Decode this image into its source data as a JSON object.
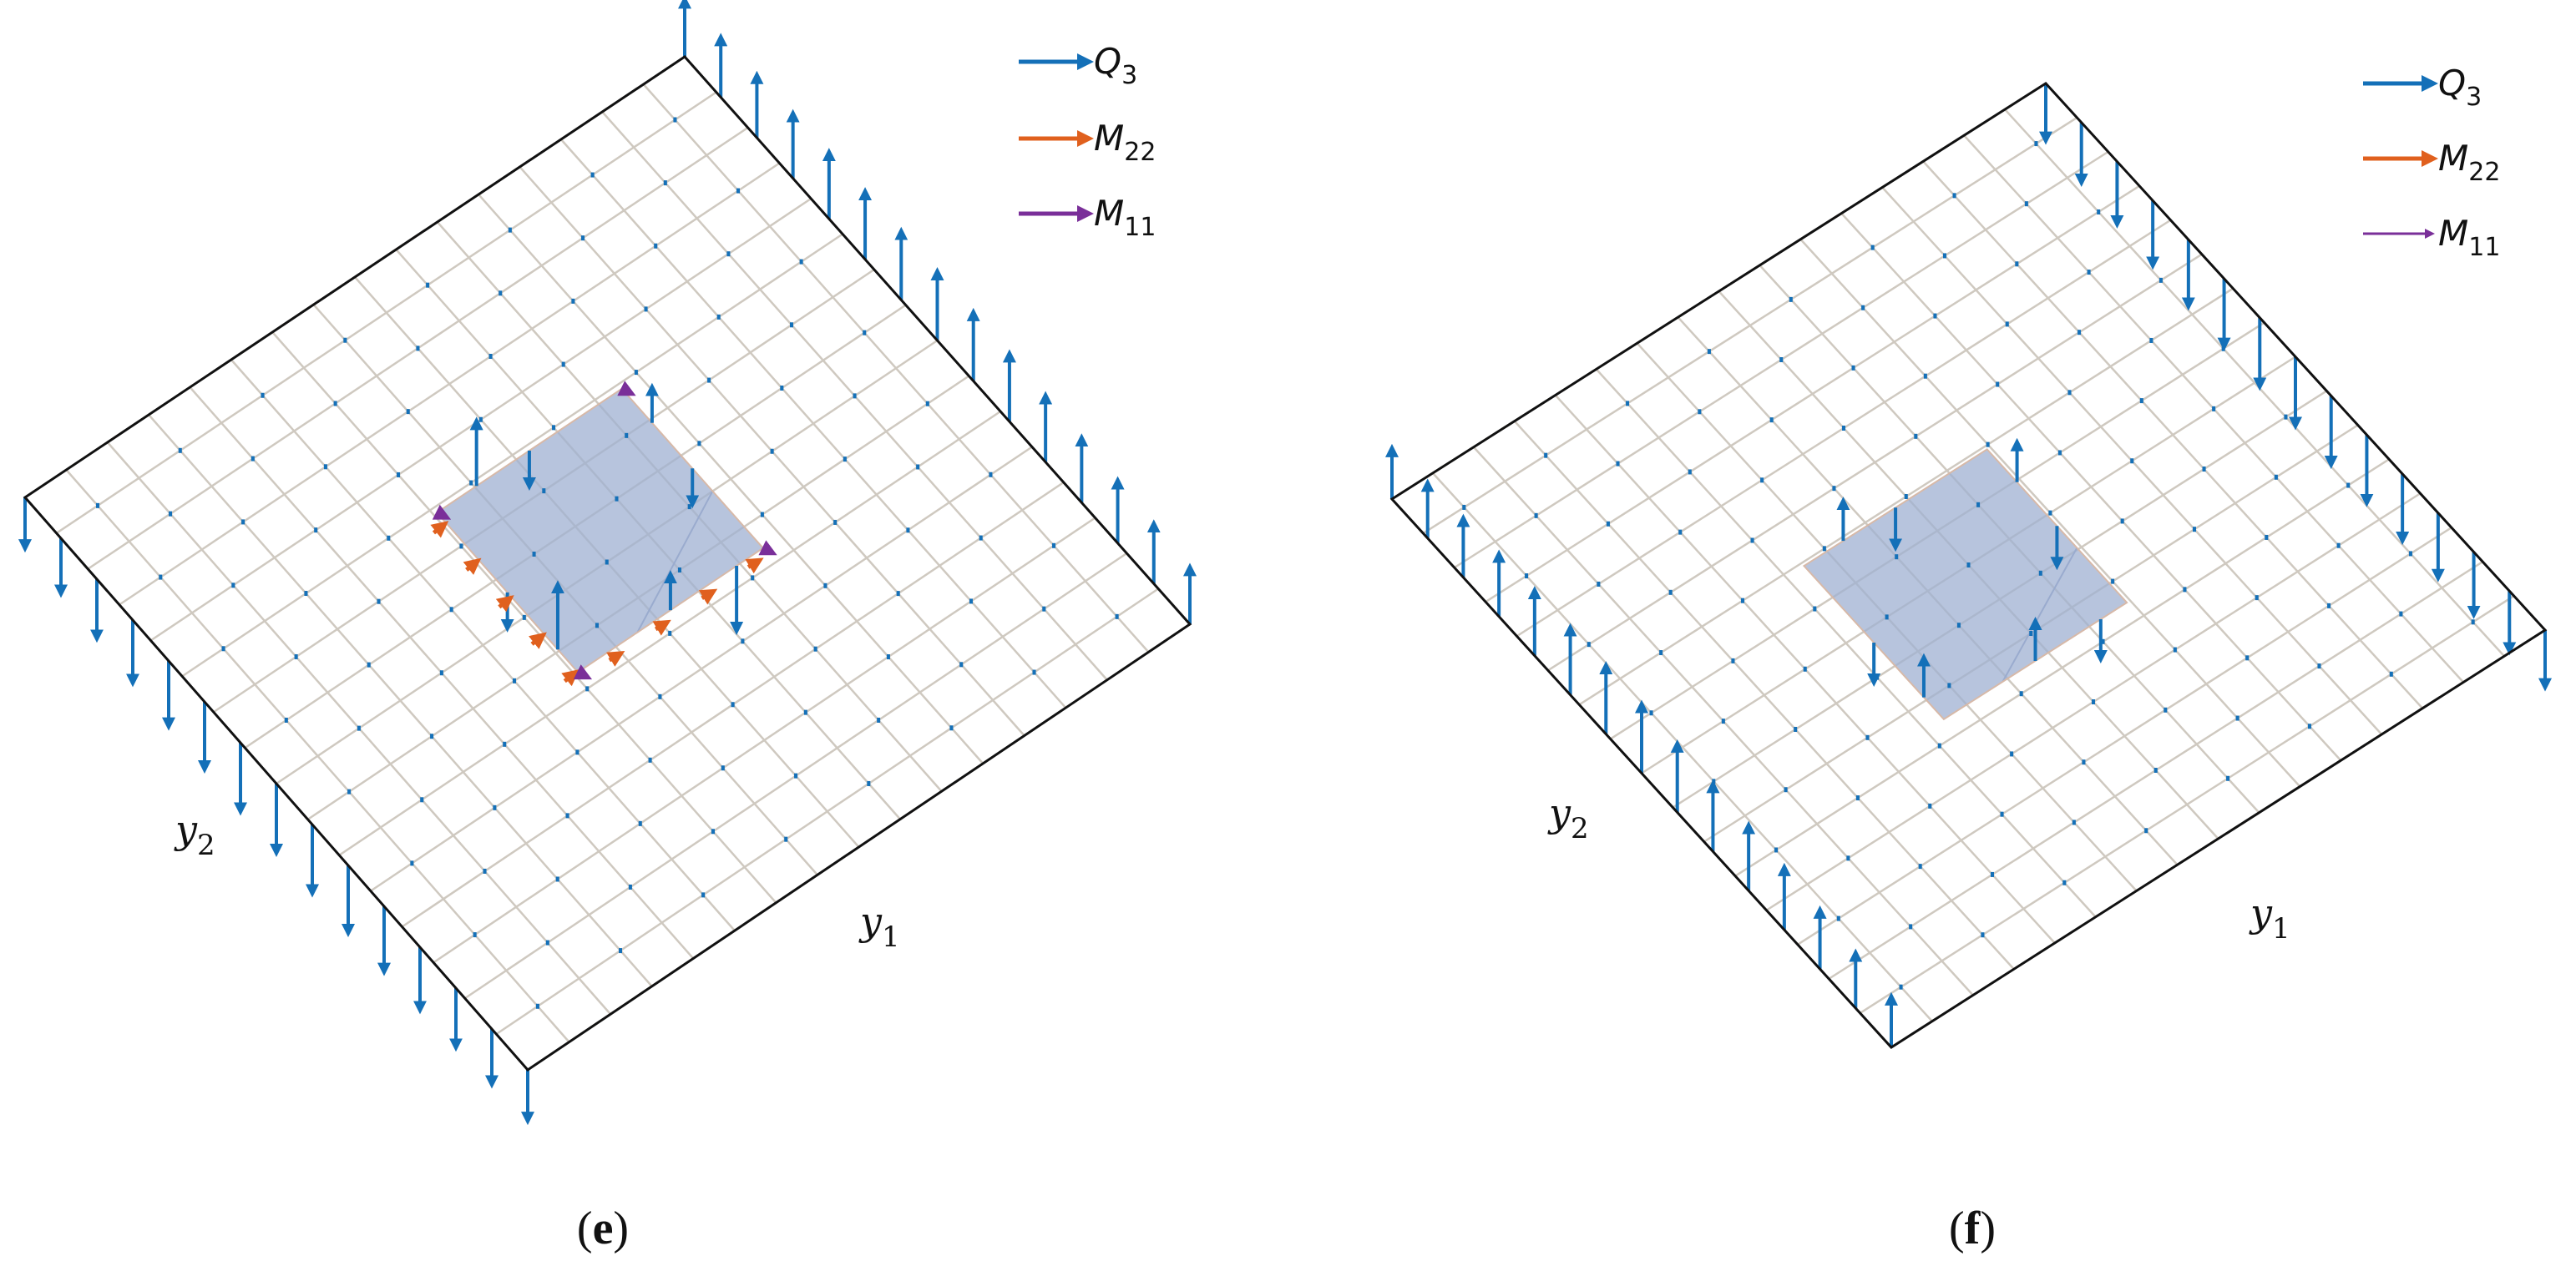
{
  "colors": {
    "q3": "#1470b8",
    "m22": "#e0601e",
    "m11": "#7a2f99",
    "grid": "#cfc9c0",
    "patch_fill": "#9fb0d2",
    "outline": "#111111",
    "text": "#111111"
  },
  "panels": [
    {
      "id": "e",
      "caption": {
        "open": "(",
        "letter": "e",
        "close": ")"
      },
      "axes": {
        "y2": {
          "base": "y",
          "sub": "2"
        },
        "y1": {
          "base": "y",
          "sub": "1"
        }
      },
      "legend": [
        {
          "key": "q3",
          "base": "Q",
          "sub": "3"
        },
        {
          "key": "m22",
          "base": "M",
          "sub": "22"
        },
        {
          "key": "m11",
          "base": "M",
          "sub": "11"
        }
      ],
      "grid_divisions": 16,
      "patch": {
        "u0": 0.32,
        "u1": 0.6,
        "v0": 0.38,
        "v1": 0.66
      },
      "left_edge_q3": "down",
      "back_edge_q3": "up"
    },
    {
      "id": "f",
      "caption": {
        "open": "(",
        "letter": "f",
        "close": ")"
      },
      "axes": {
        "y2": {
          "base": "y",
          "sub": "2"
        },
        "y1": {
          "base": "y",
          "sub": "1"
        }
      },
      "legend": [
        {
          "key": "q3",
          "base": "Q",
          "sub": "3"
        },
        {
          "key": "m22",
          "base": "M",
          "sub": "22"
        },
        {
          "key": "m11",
          "base": "M",
          "sub": "11"
        }
      ],
      "grid_divisions": 16,
      "patch": {
        "u0": 0.38,
        "u1": 0.66,
        "v0": 0.34,
        "v1": 0.62
      },
      "left_edge_q3": "up",
      "back_edge_q3": "down"
    }
  ]
}
